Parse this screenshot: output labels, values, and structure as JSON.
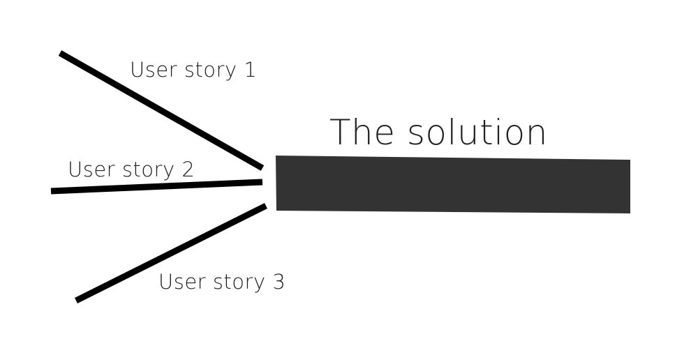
{
  "colors": {
    "line": "#000000",
    "solution_bar": "#333333",
    "text": "#1e1e1e",
    "background": "#ffffff"
  },
  "solution": {
    "label": "The solution"
  },
  "stories": [
    {
      "label": "User story 1"
    },
    {
      "label": "User story 2"
    },
    {
      "label": "User story 3"
    }
  ]
}
